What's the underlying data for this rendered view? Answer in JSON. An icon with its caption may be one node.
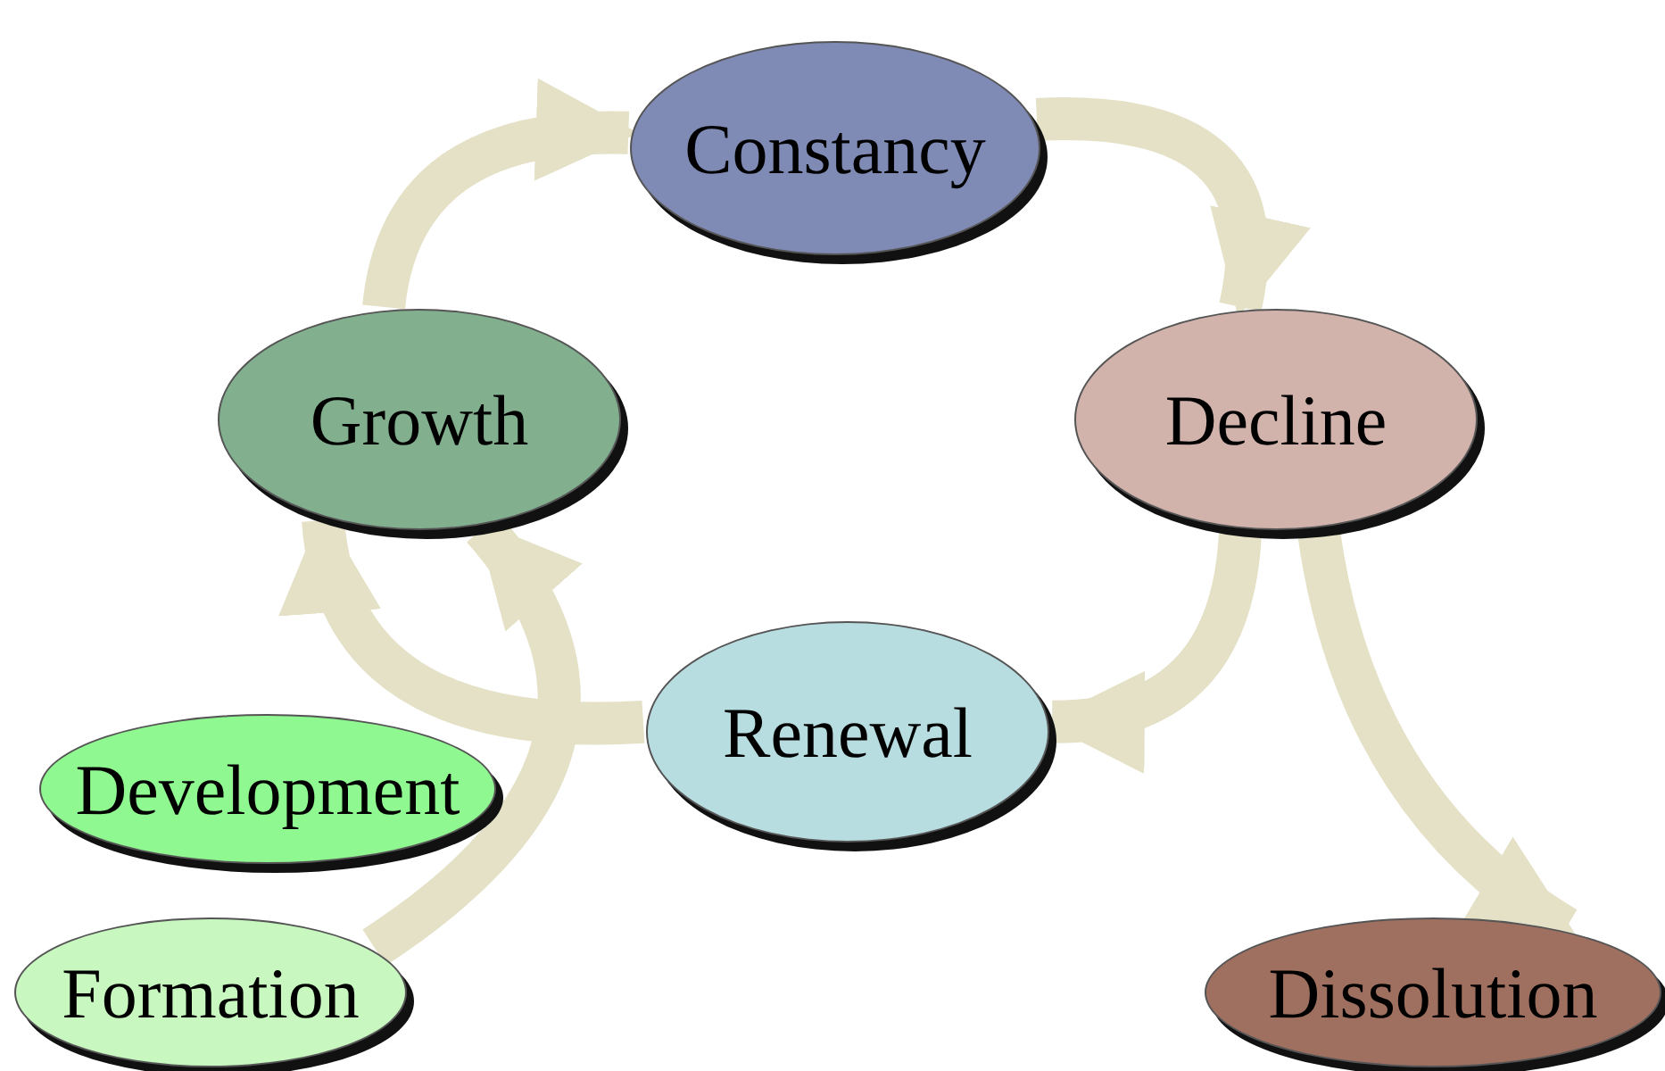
{
  "diagram": {
    "nodes": [
      {
        "text": [
          "Constancy"
        ]
      },
      {
        "text": [
          "Growth"
        ]
      },
      {
        "text": [
          "Decline"
        ]
      },
      {
        "text": [
          "Renewal"
        ]
      },
      {
        "text": [
          "Development"
        ]
      },
      {
        "text": [
          "Formation"
        ]
      },
      {
        "text": [
          "Dissolution"
        ]
      }
    ],
    "edges": [
      {
        "from": 1,
        "to": 0,
        "arrow": "to"
      },
      {
        "from": 0,
        "to": 2,
        "arrow": "to"
      },
      {
        "from": 2,
        "to": 3,
        "arrow": "to"
      },
      {
        "from": 3,
        "to": 1,
        "arrow": "to"
      },
      {
        "from": 2,
        "to": 6,
        "arrow": "to"
      },
      {
        "from": 5,
        "to": 1,
        "arrow": "to"
      }
    ]
  }
}
